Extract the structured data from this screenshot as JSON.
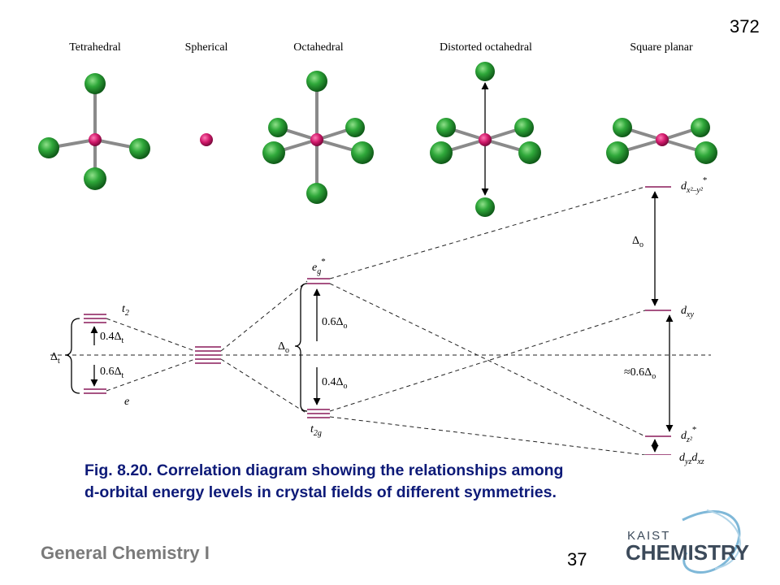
{
  "page_number_top": "372",
  "page_number_bottom": "37",
  "course_title": "General Chemistry I",
  "logo": {
    "line1": "KAIST",
    "line2": "CHEMISTRY"
  },
  "caption": {
    "line1": "Fig. 8.20. Correlation diagram showing the relationships among",
    "line2": "d-orbital energy levels in crystal fields of different symmetries."
  },
  "geometries": [
    {
      "label": "Tetrahedral"
    },
    {
      "label": "Spherical"
    },
    {
      "label": "Octahedral"
    },
    {
      "label": "Distorted octahedral"
    },
    {
      "label": "Square planar"
    }
  ],
  "labels": {
    "t2": "t",
    "t2_sub": "2",
    "e": "e",
    "delta_t": "Δ",
    "delta_t_sub": "t",
    "tet_upper": "0.4Δ",
    "tet_upper_sub": "t",
    "tet_lower": "0.6Δ",
    "tet_lower_sub": "t",
    "eg": "e",
    "eg_sub": "g",
    "eg_star": "*",
    "t2g": "t",
    "t2g_sub": "2g",
    "delta_o": "Δ",
    "delta_o_sub": "o",
    "oct_upper": "0.6Δ",
    "oct_upper_sub": "o",
    "oct_lower": "0.4Δ",
    "oct_lower_sub": "o",
    "sq_delta": "Δ",
    "sq_delta_sub": "o",
    "sq_approx": "≈0.6Δ",
    "sq_approx_sub": "o",
    "dx2y2": "d",
    "dx2y2_sub": "x²–y²",
    "dxy": "d",
    "dxy_sub": "xy",
    "dz2": "d",
    "dz2_sub": "z²",
    "dyz_dxz": "d",
    "dyz_dxz_sub1": "yz",
    "dyz_dxz_mid": "d",
    "dyz_dxz_sub2": "xz"
  },
  "colors": {
    "ligand": "#2fa83a",
    "ligand_dark": "#16701f",
    "metal": "#d0186a",
    "level": "#8a1a5a",
    "caption": "#0d1a78",
    "course": "#7a7a7a",
    "logo": "#3c4a5a"
  }
}
